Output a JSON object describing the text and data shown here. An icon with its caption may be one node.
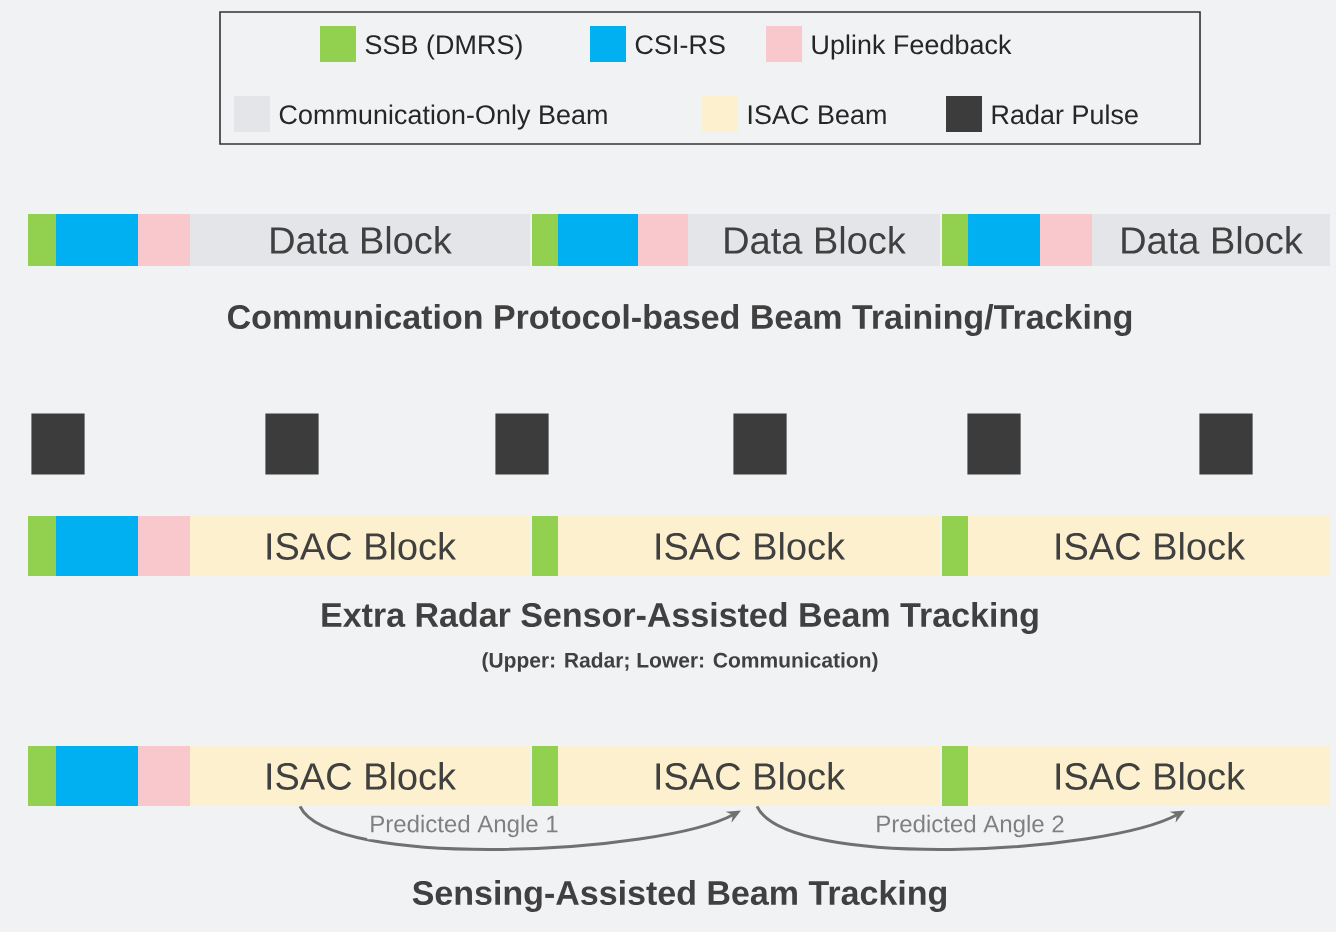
{
  "diagram": {
    "nodes": [
      {
        "text": [],
        "shape": "bar"
      },
      {
        "text": [],
        "shape": "bar"
      },
      {
        "text": [],
        "shape": "bar"
      },
      {
        "text": [
          "Data Block"
        ]
      },
      {
        "text": [],
        "shape": "bar"
      },
      {
        "text": [],
        "shape": "bar"
      },
      {
        "text": [],
        "shape": "bar"
      },
      {
        "text": [
          "Data Block"
        ]
      },
      {
        "text": [],
        "shape": "bar"
      },
      {
        "text": [],
        "shape": "bar"
      },
      {
        "text": [],
        "shape": "bar"
      },
      {
        "text": [
          "Data Block"
        ]
      },
      {
        "text": [],
        "shape": "box"
      },
      {
        "text": [],
        "shape": "box"
      },
      {
        "text": [],
        "shape": "box"
      },
      {
        "text": [],
        "shape": "box"
      },
      {
        "text": [],
        "shape": "box"
      },
      {
        "text": [],
        "shape": "box"
      },
      {
        "text": [],
        "shape": "bar"
      },
      {
        "text": [],
        "shape": "bar"
      },
      {
        "text": [],
        "shape": "bar"
      },
      {
        "text": [
          "ISAC Block"
        ]
      },
      {
        "text": [],
        "shape": "bar"
      },
      {
        "text": [
          "ISAC Block"
        ]
      },
      {
        "text": [],
        "shape": "bar"
      },
      {
        "text": [
          "ISAC Block"
        ]
      },
      {
        "text": [],
        "shape": "bar"
      },
      {
        "text": [],
        "shape": "bar"
      },
      {
        "text": [],
        "shape": "bar"
      },
      {
        "text": [
          "ISAC Block"
        ]
      },
      {
        "text": [],
        "shape": "bar"
      },
      {
        "text": [
          "ISAC Block"
        ]
      },
      {
        "text": [],
        "shape": "bar"
      },
      {
        "text": [
          "ISAC Block"
        ]
      }
    ],
    "edges": [
      {
        "from": 29,
        "to": 31,
        "arrow": "to",
        "label": "Predicted Angle 1"
      },
      {
        "from": 31,
        "to": 33,
        "arrow": "to",
        "label": "Predicted Angle 2"
      }
    ],
    "labels": [
      "Communication Protocol-based Beam Training/Tracking",
      "Extra Radar Sensor-Assisted Beam Tracking",
      "(Upper: Radar; Lower: Communication)",
      "Sensing-Assisted Beam Tracking"
    ],
    "legend": [
      {
        "text": "SSB (DMRS)",
        "color": "#92d050"
      },
      {
        "text": "CSI-RS",
        "color": "#00b0f0"
      },
      {
        "text": "Uplink Feedback",
        "color": "#f8c8cc"
      },
      {
        "text": "Communication-Only Beam",
        "color": "#e4e5e9"
      },
      {
        "text": "ISAC Beam",
        "color": "#fdf0cf"
      },
      {
        "text": "Radar Pulse",
        "color": "#3c3c3c"
      }
    ]
  }
}
